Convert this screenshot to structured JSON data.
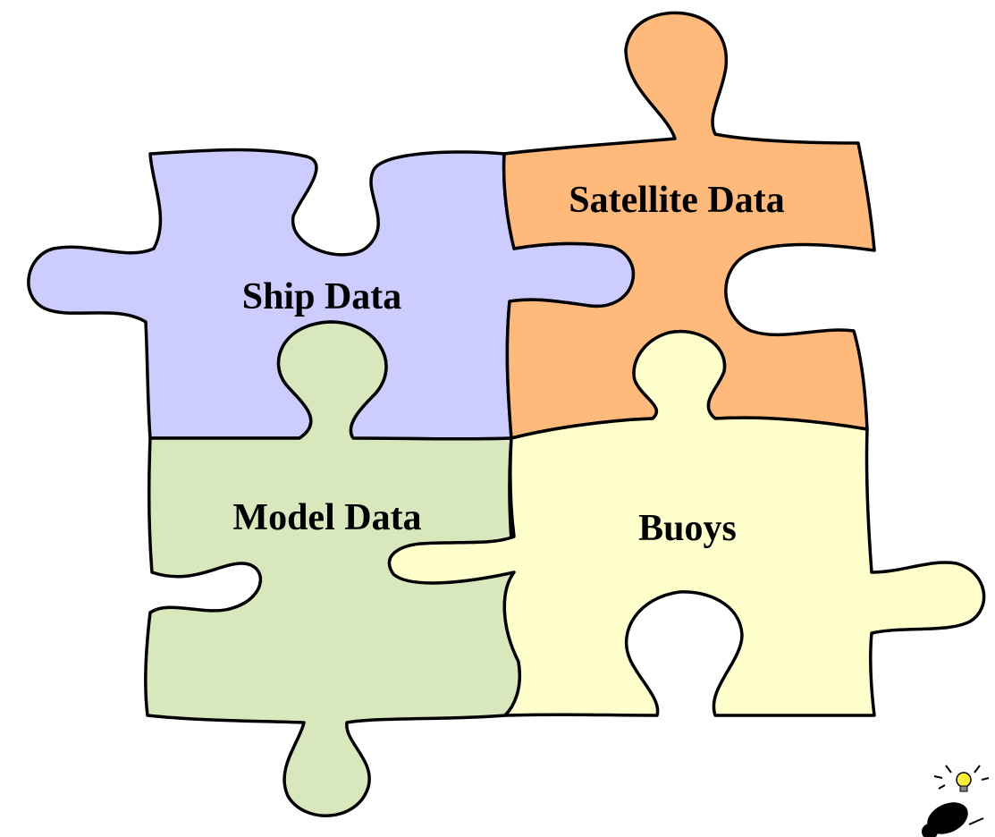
{
  "diagram": {
    "pieces": [
      {
        "id": "ship",
        "label": "Ship Data",
        "color": "#CCCCFF"
      },
      {
        "id": "satellite",
        "label": "Satellite Data",
        "color": "#FFB97A"
      },
      {
        "id": "model",
        "label": "Model Data",
        "color": "#D8E7BC"
      },
      {
        "id": "buoys",
        "label": "Buoys",
        "color": "#FFFFCC"
      }
    ],
    "corner_icon": "lightbulb-figure-icon"
  }
}
